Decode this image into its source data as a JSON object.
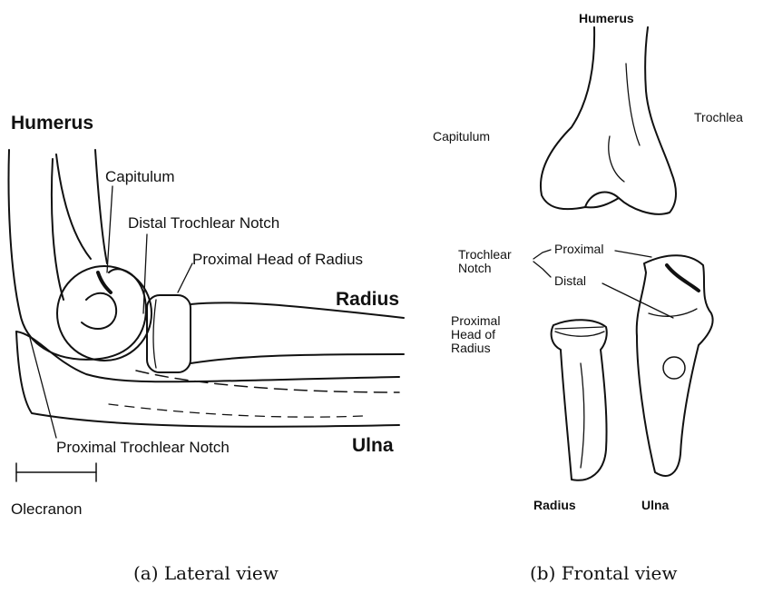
{
  "lateral": {
    "humerus": "Humerus",
    "capitulum": "Capitulum",
    "distal_trochlear_notch": "Distal Trochlear Notch",
    "proximal_head_of_radius": "Proximal Head of Radius",
    "radius": "Radius",
    "proximal_trochlear_notch": "Proximal Trochlear Notch",
    "ulna": "Ulna",
    "olecranon": "Olecranon"
  },
  "frontal": {
    "humerus": "Humerus",
    "capitulum": "Capitulum",
    "trochlea": "Trochlea",
    "trochlear_notch_line1": "Trochlear",
    "trochlear_notch_line2": "Notch",
    "proximal": "Proximal",
    "distal": "Distal",
    "proximal_head_line1": "Proximal",
    "proximal_head_line2": "Head of",
    "proximal_head_line3": "Radius",
    "radius": "Radius",
    "ulna": "Ulna"
  },
  "captions": {
    "lateral": "(a) Lateral view",
    "frontal": "(b) Frontal view"
  }
}
